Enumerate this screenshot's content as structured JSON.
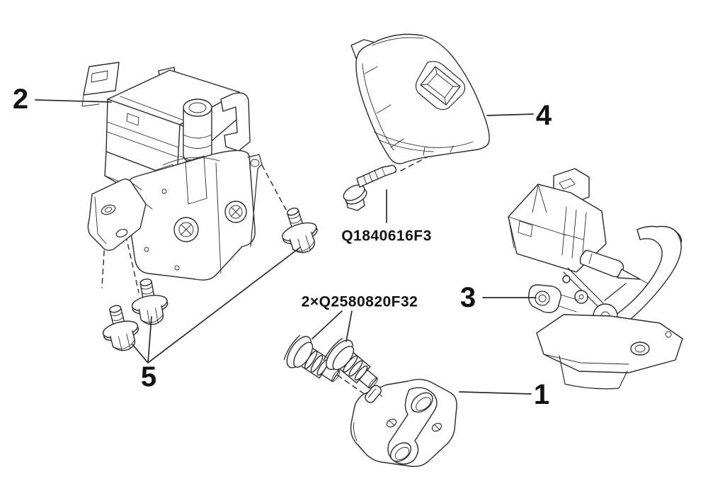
{
  "diagram": {
    "colors": {
      "line": "#2b2b2b",
      "background": "#ffffff",
      "text": "#111111"
    },
    "callouts": [
      {
        "number": "1"
      },
      {
        "number": "2"
      },
      {
        "number": "3"
      },
      {
        "number": "4"
      },
      {
        "number": "5"
      }
    ],
    "part_codes": {
      "cover_screw": "Q1840616F3",
      "striker_bolts": "2×Q2580820F32"
    }
  }
}
